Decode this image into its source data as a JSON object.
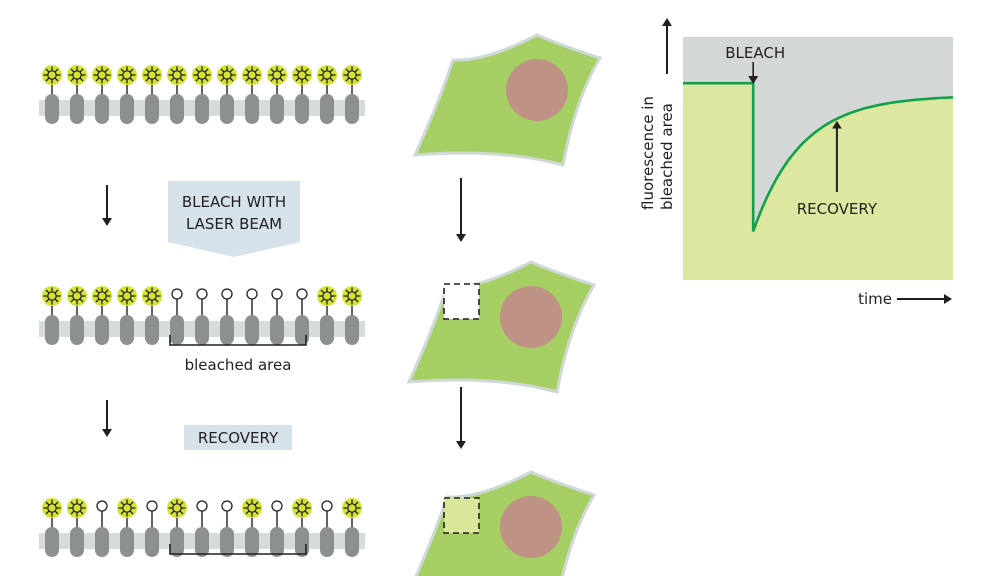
{
  "figure": {
    "colors": {
      "fluorophore_fill": "#d4e332",
      "fluorophore_rays": "#231f20",
      "bleached_fill": "#ffffff",
      "protein": "#8c9190",
      "membrane": "#d6dcda",
      "cell_body": "#a5cf63",
      "cell_outline": "#cfd8d5",
      "nucleus": "#be9284",
      "recovered_patch": "#d9e79b",
      "label_box": "#d6e2ea",
      "arrow": "#231f20",
      "chart_grey": "#d3d8d7",
      "chart_green_fill": "#dde79f",
      "chart_curve": "#12a04a"
    },
    "rows": [
      {
        "name": "before",
        "fluorophores": [
          "F",
          "F",
          "F",
          "F",
          "F",
          "F",
          "F",
          "F",
          "F",
          "F",
          "F",
          "F",
          "F"
        ]
      },
      {
        "name": "after-bleach",
        "fluorophores": [
          "F",
          "F",
          "F",
          "F",
          "F",
          "O",
          "O",
          "O",
          "O",
          "O",
          "O",
          "F",
          "F"
        ],
        "bracket_label": "bleached area"
      },
      {
        "name": "after-recovery",
        "fluorophores": [
          "F",
          "F",
          "O",
          "F",
          "O",
          "F",
          "O",
          "O",
          "F",
          "O",
          "F",
          "O",
          "F"
        ],
        "bracket_label": ""
      }
    ],
    "steps": {
      "bleach_label_line1": "BLEACH WITH",
      "bleach_label_line2": "LASER BEAM",
      "recovery_label": "RECOVERY"
    },
    "cells": [
      {
        "name": "cell-before",
        "patch": "none"
      },
      {
        "name": "cell-bleached",
        "patch": "bleached"
      },
      {
        "name": "cell-recovered",
        "patch": "recovered"
      }
    ]
  },
  "chart_data": {
    "type": "line",
    "title": "",
    "xlabel": "time",
    "ylabel_line1": "fluorescence in",
    "ylabel_line2": "bleached area",
    "annotations": {
      "bleach": "BLEACH",
      "recovery": "RECOVERY"
    },
    "x_range": [
      0,
      1
    ],
    "y_range": [
      0,
      1
    ],
    "grid": false,
    "bleach_time": 0.26,
    "prebleach_level": 0.81,
    "postbleach_min": 0.2,
    "final_level": 0.76,
    "recovery_rate": 4.2,
    "series": [
      {
        "name": "fluorescence",
        "points": [
          [
            0.0,
            0.81
          ],
          [
            0.26,
            0.81
          ],
          [
            0.26,
            0.2
          ],
          [
            0.3,
            0.31
          ],
          [
            0.35,
            0.41
          ],
          [
            0.4,
            0.49
          ],
          [
            0.45,
            0.55
          ],
          [
            0.5,
            0.6
          ],
          [
            0.6,
            0.67
          ],
          [
            0.7,
            0.71
          ],
          [
            0.8,
            0.73
          ],
          [
            0.9,
            0.75
          ],
          [
            1.0,
            0.76
          ]
        ]
      }
    ]
  }
}
